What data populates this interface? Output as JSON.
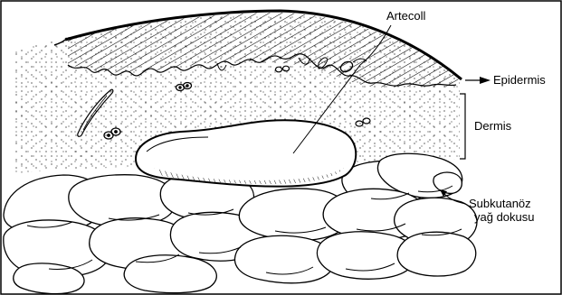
{
  "labels": {
    "artecoll": "Artecoll",
    "epidermis": "Epidermis",
    "dermis": "Dermis",
    "subcutaneous_line1": "Subkutanöz",
    "subcutaneous_line2": "yağ dokusu"
  },
  "colors": {
    "ink": "#000000",
    "paper": "#ffffff"
  }
}
